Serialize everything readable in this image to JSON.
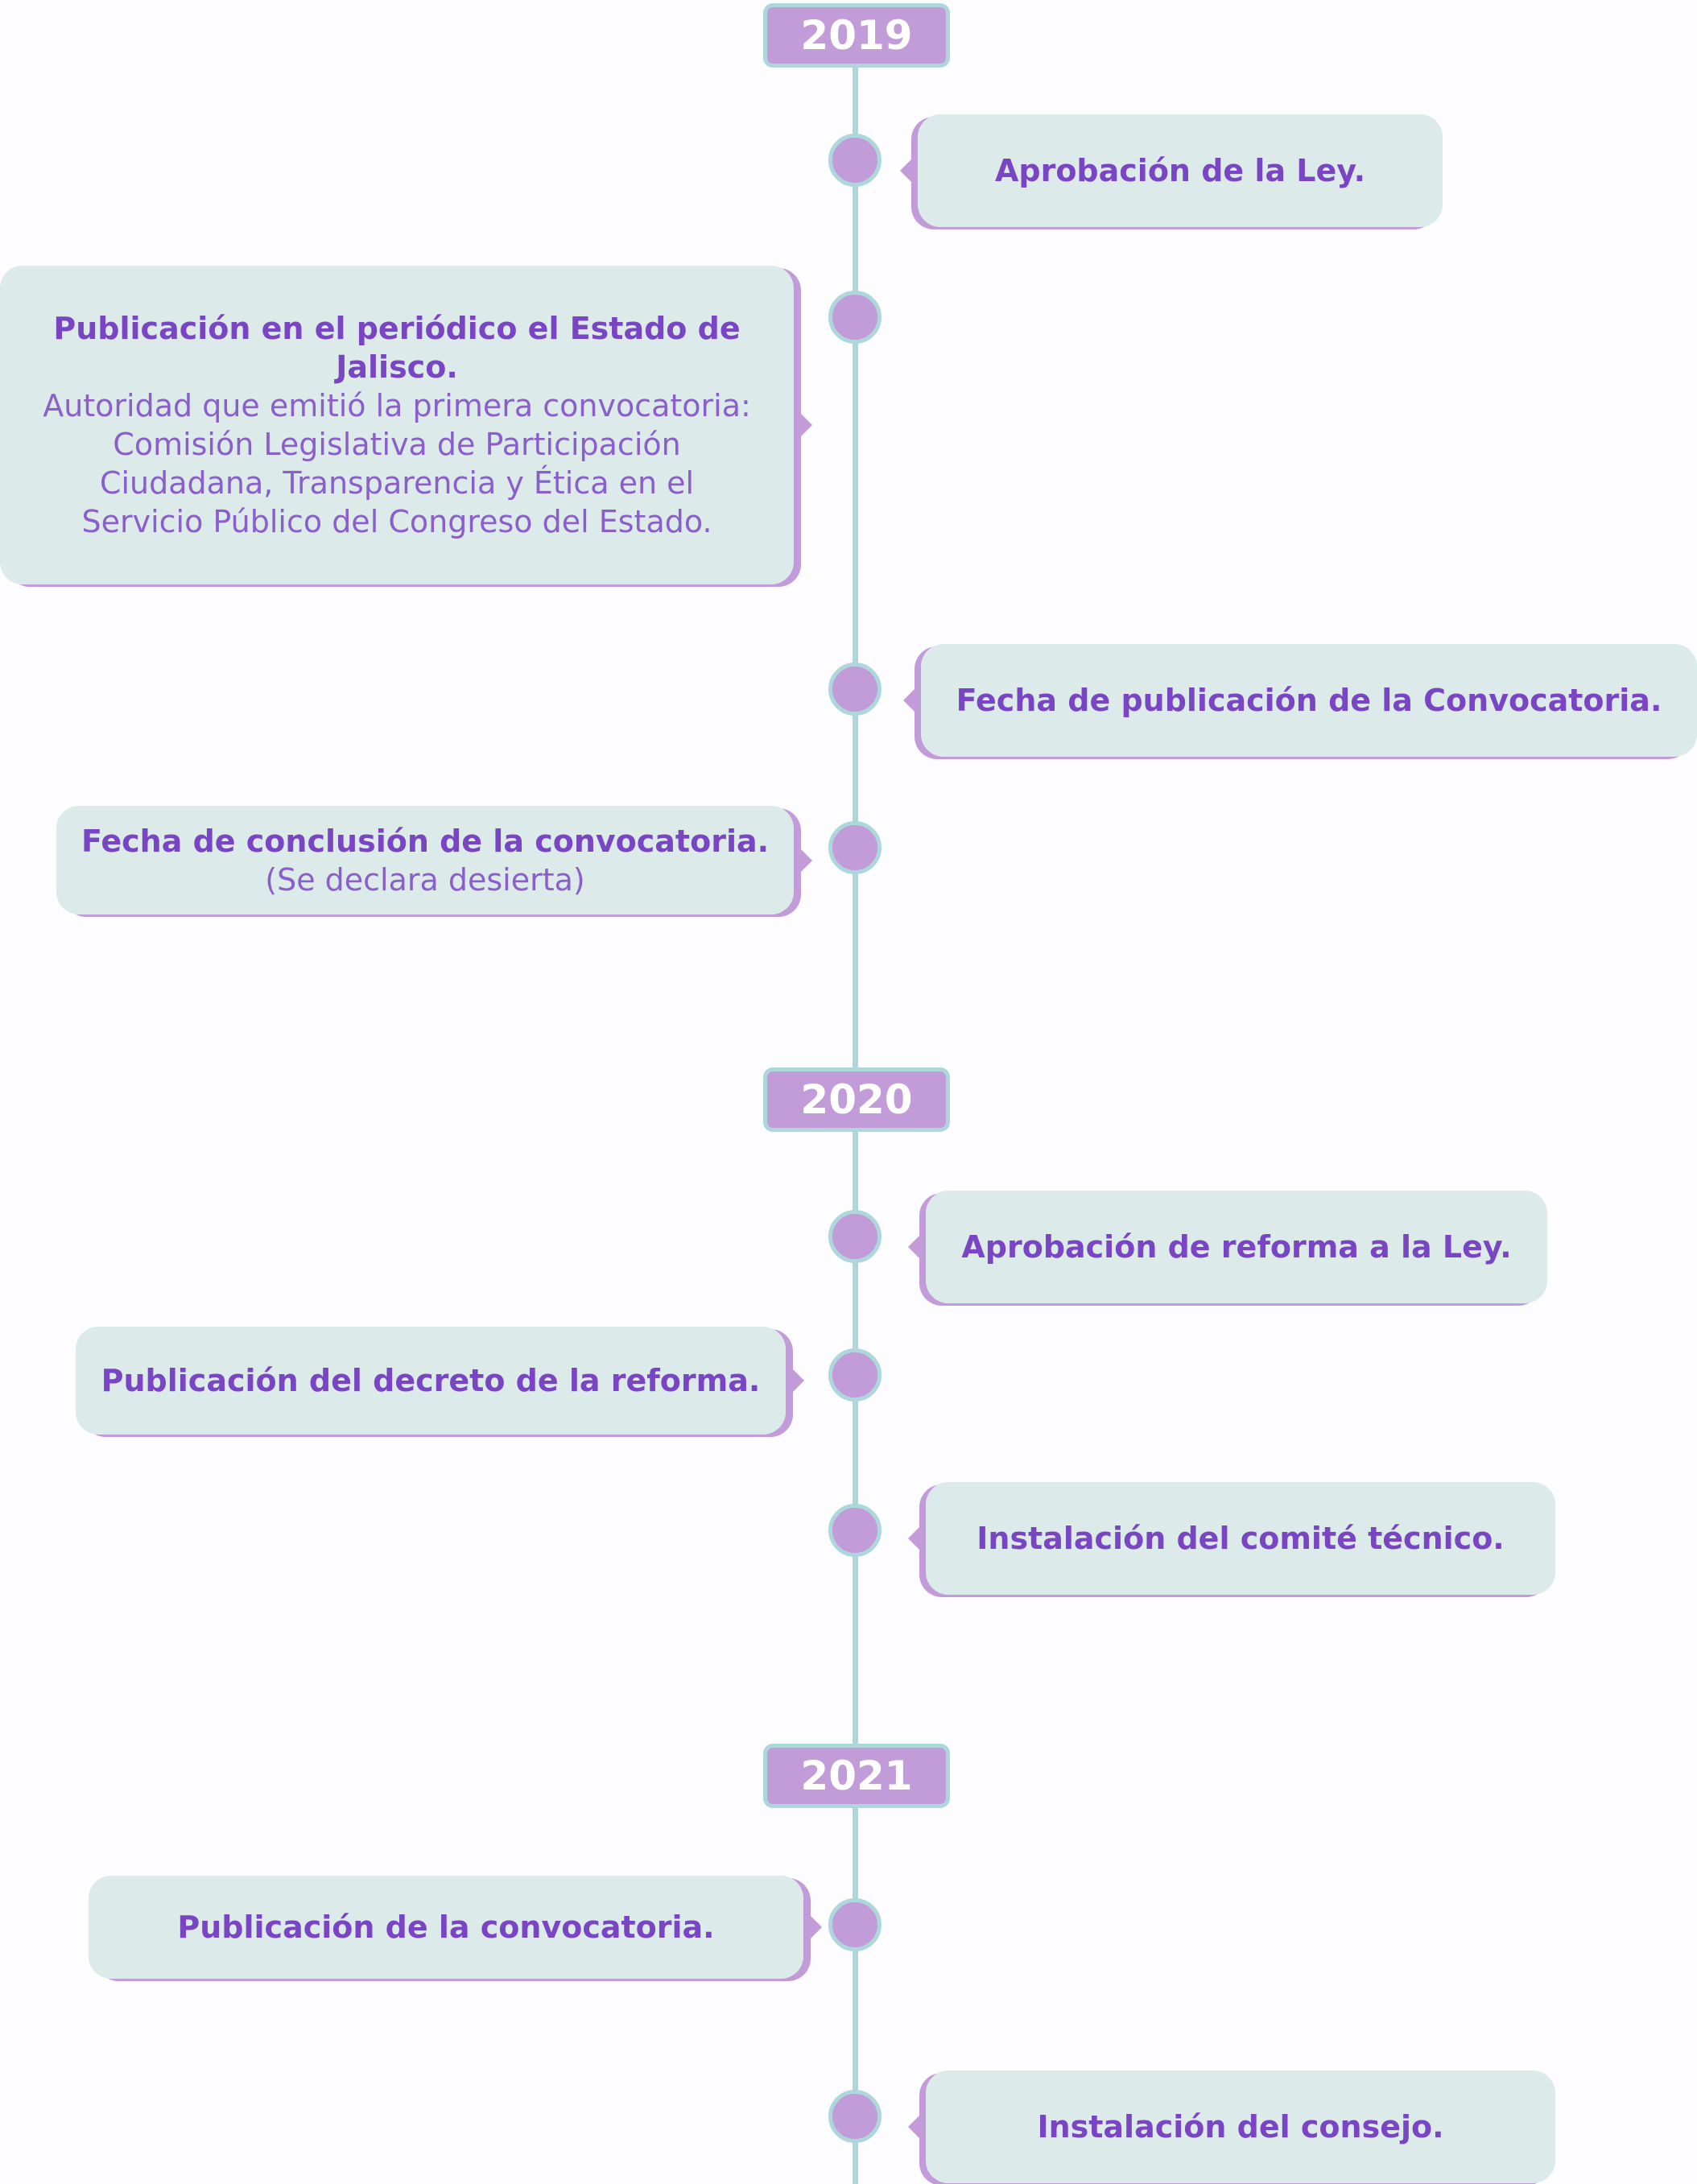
{
  "colors": {
    "accent_purple": "#c29bd9",
    "text_purple": "#7a45c4",
    "line_teal": "#aed7dc",
    "card_bg": "#dceaea"
  },
  "years": [
    "2019",
    "2020",
    "2021"
  ],
  "events": [
    {
      "title": "Aprobación de la Ley.",
      "detail": ""
    },
    {
      "title": "Publicación en el periódico el Estado de Jalisco.",
      "detail": "Autoridad que emitió la primera convocatoria: Comisión Legislativa de Participación Ciudadana, Transparencia y Ética en el Servicio Público del Congreso del Estado."
    },
    {
      "title": "Fecha de publicación de la Convocatoria.",
      "detail": ""
    },
    {
      "title": "Fecha de conclusión de la convocatoria.",
      "detail": "(Se declara desierta)"
    },
    {
      "title": "Aprobación de reforma a la Ley.",
      "detail": ""
    },
    {
      "title": "Publicación del decreto de la reforma.",
      "detail": ""
    },
    {
      "title": "Instalación del comité técnico.",
      "detail": ""
    },
    {
      "title": "Publicación de la convocatoria.",
      "detail": ""
    },
    {
      "title": "Instalación del consejo.",
      "detail": ""
    }
  ]
}
